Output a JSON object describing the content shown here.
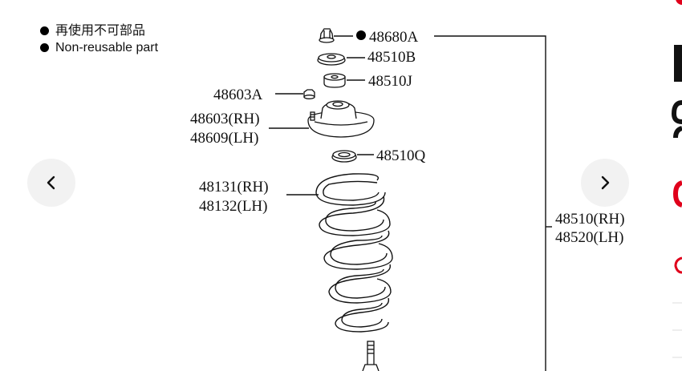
{
  "legend": {
    "items": [
      {
        "text": "再使用不可部品"
      },
      {
        "text": "Non-reusable part"
      }
    ]
  },
  "parts": {
    "p48680A": "48680A",
    "p48510B": "48510B",
    "p48510J": "48510J",
    "p48603A": "48603A",
    "p48603RH": "48603(RH)",
    "p48609LH": "48609(LH)",
    "p48510Q": "48510Q",
    "p48131RH": "48131(RH)",
    "p48132LH": "48132(LH)",
    "p48510RH": "48510(RH)",
    "p48520LH": "48520(LH)"
  },
  "navigation": {
    "prev_icon": "chevron-left-icon",
    "next_icon": "chevron-right-icon"
  },
  "colors": {
    "accent": "#e0001b",
    "nav_bg": "#f2f2f2"
  }
}
